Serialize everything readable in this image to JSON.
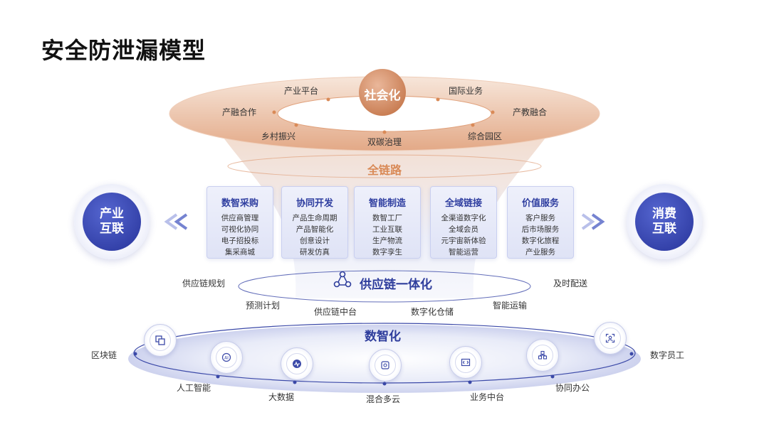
{
  "title": "安全防泄漏模型",
  "social": {
    "center": "社会化",
    "items": [
      "产业平台",
      "国际业务",
      "产融合作",
      "产教融合",
      "乡村振兴",
      "综合园区",
      "双碳治理"
    ]
  },
  "chain": {
    "title": "全链路",
    "cards": [
      {
        "title": "数智采购",
        "items": [
          "供应商管理",
          "可视化协同",
          "电子招投标",
          "集采商城"
        ]
      },
      {
        "title": "协同开发",
        "items": [
          "产品生命周期",
          "产品智能化",
          "创意设计",
          "研发仿真"
        ]
      },
      {
        "title": "智能制造",
        "items": [
          "数智工厂",
          "工业互联",
          "生产物流",
          "数字孪生"
        ]
      },
      {
        "title": "全域链接",
        "items": [
          "全渠道数字化",
          "全域会员",
          "元宇宙新体验",
          "智能运营"
        ]
      },
      {
        "title": "价值服务",
        "items": [
          "客户服务",
          "后市场服务",
          "数字化旅程",
          "产业服务"
        ]
      }
    ]
  },
  "left_circle": {
    "line1": "产业",
    "line2": "互联"
  },
  "right_circle": {
    "line1": "消费",
    "line2": "互联"
  },
  "supply": {
    "title": "供应链一体化",
    "items": [
      "供应链规划",
      "及时配送",
      "预测计划",
      "智能运输",
      "供应链中台",
      "数字化仓储"
    ]
  },
  "digital": {
    "title": "数智化",
    "items": [
      "区块链",
      "数字员工",
      "人工智能",
      "协同办公",
      "大数据",
      "业务中台",
      "混合多云"
    ]
  },
  "colors": {
    "orange": "#d98a57",
    "blue": "#2e3d9c",
    "card_bg": "#e6e9f8"
  },
  "icons": [
    "copy-icon",
    "ai-icon",
    "pulse-icon",
    "cloud-icon",
    "code-icon",
    "people-icon",
    "scan-icon",
    "network-icon"
  ]
}
